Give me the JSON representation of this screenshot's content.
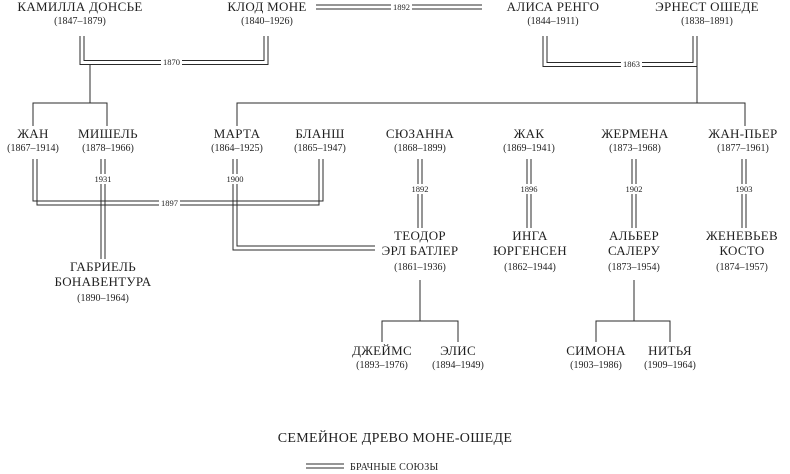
{
  "people": {
    "kamilla": {
      "name": "КАМИЛЛА ДОНСЬЕ",
      "years": "(1847–1879)"
    },
    "claude": {
      "name": "КЛОД МОНЕ",
      "years": "(1840–1926)"
    },
    "alisa": {
      "name": "АЛИСА РЕНГО",
      "years": "(1844–1911)"
    },
    "ernest": {
      "name": "ЭРНЕСТ ОШЕДЕ",
      "years": "(1838–1891)"
    },
    "jean": {
      "name": "ЖАН",
      "years": "(1867–1914)"
    },
    "michel": {
      "name": "МИШЕЛЬ",
      "years": "(1878–1966)"
    },
    "marthe": {
      "name": "МАРТА",
      "years": "(1864–1925)"
    },
    "blanche": {
      "name": "БЛАНШ",
      "years": "(1865–1947)"
    },
    "suzanne": {
      "name": "СЮЗАННА",
      "years": "(1868–1899)"
    },
    "jacques": {
      "name": "ЖАК",
      "years": "(1869–1941)"
    },
    "germaine": {
      "name": "ЖЕРМЕНА",
      "years": "(1873–1968)"
    },
    "jeanpierre": {
      "name": "ЖАН-ПЬЕР",
      "years": "(1877–1961)"
    },
    "gabrielle": {
      "name_line1": "ГАБРИЕЛЬ",
      "name_line2": "БОНАВЕНТУРА",
      "years": "(1890–1964)"
    },
    "theodore": {
      "name_line1": "ТЕОДОР",
      "name_line2": "ЭРЛ БАТЛЕР",
      "years": "(1861–1936)"
    },
    "inga": {
      "name_line1": "ИНГА",
      "name_line2": "ЮРГЕНСЕН",
      "years": "(1862–1944)"
    },
    "albert": {
      "name_line1": "АЛЬБЕР",
      "name_line2": "САЛЕРУ",
      "years": "(1873–1954)"
    },
    "genevieve": {
      "name_line1": "ЖЕНЕВЬЕВ",
      "name_line2": "КОСТО",
      "years": "(1874–1957)"
    },
    "james": {
      "name": "ДЖЕЙМС",
      "years": "(1893–1976)"
    },
    "alice": {
      "name": "ЭЛИС",
      "years": "(1894–1949)"
    },
    "simone": {
      "name": "СИМОНА",
      "years": "(1903–1986)"
    },
    "nitia": {
      "name": "НИТЬЯ",
      "years": "(1909–1964)"
    }
  },
  "marriage_years": {
    "claude_alisa": "1892",
    "kamilla_claude": "1870",
    "alisa_ernest": "1863",
    "jean_blanche": "1897",
    "michel_gabrielle": "1931",
    "marthe_theodore": "1900",
    "suzanne_theodore": "1892",
    "jacques_inga": "1896",
    "germaine_albert": "1902",
    "jeanpierre_genevieve": "1903"
  },
  "title": "СЕМЕЙНОЕ ДРЕВО МОНЕ-ОШЕДЕ",
  "legend": {
    "label": "БРАЧНЫЕ СОЮЗЫ"
  },
  "colors": {
    "line": "#2b2b2b",
    "text": "#1f1f1f",
    "background": "#ffffff"
  }
}
